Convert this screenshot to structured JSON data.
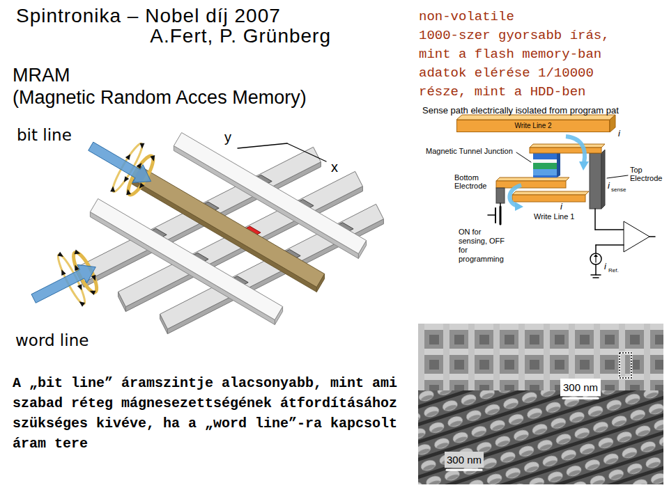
{
  "diagram": {
    "title": "Spintronika – Nobel díj 2007 A.Fert, P. Grünberg",
    "nodes": [
      {
        "text": [
          "Write Line 2"
        ]
      }
    ],
    "labels": [
      "MRAM",
      "(Magnetic Random Acces Memory)",
      "non-volatile",
      "1000-szer gyorsabb írás, mint a flash memory-ban",
      "adatok elérése 1/10000 része, mint a HDD-ben",
      "bit line",
      "y",
      "x",
      "Sense path electrically isolated from program pat",
      "i",
      "Magnetic Tunnel Junction",
      "Bottom Electrode",
      "Top Electrode",
      "i",
      "sense",
      "i",
      "Write Line 1",
      "ON for sensing, OFF for programming",
      "i",
      "Ref.",
      "word line",
      "A „bit line” áramszintje alacsonyabb, mint ami szabad réteg mágnesezettségének átfordításához szükséges kivéve, ha a „word line”-ra kapcsolt áram tere",
      "300 nm",
      "300 nm"
    ]
  }
}
